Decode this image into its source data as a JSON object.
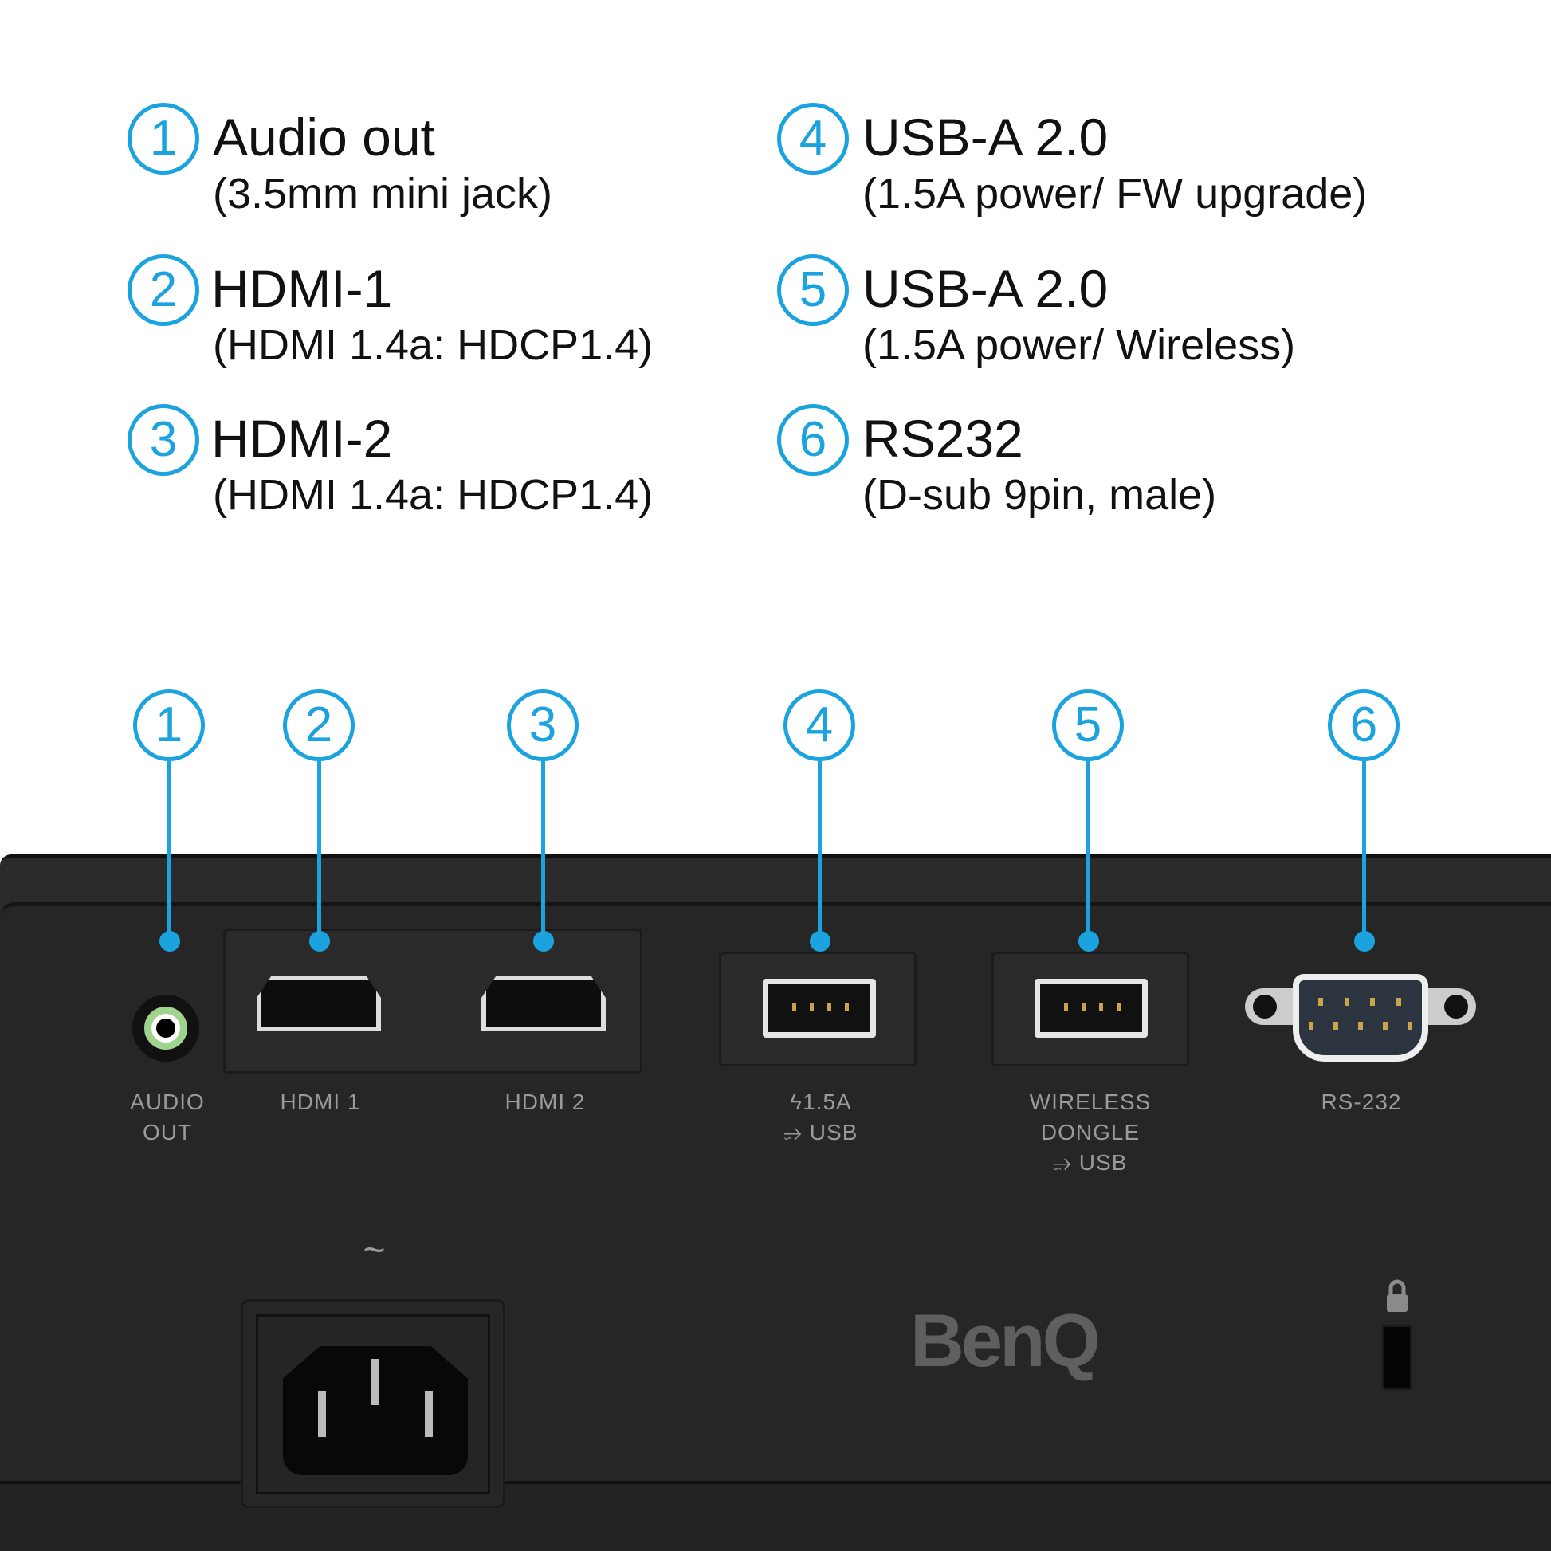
{
  "legend": [
    {
      "num": "1",
      "title": "Audio out",
      "sub": "(3.5mm mini jack)"
    },
    {
      "num": "2",
      "title": "HDMI-1",
      "sub": "(HDMI 1.4a: HDCP1.4)"
    },
    {
      "num": "3",
      "title": "HDMI-2",
      "sub": "(HDMI 1.4a: HDCP1.4)"
    },
    {
      "num": "4",
      "title": "USB-A 2.0",
      "sub": "(1.5A power/ FW upgrade)"
    },
    {
      "num": "5",
      "title": "USB-A 2.0",
      "sub": "(1.5A power/ Wireless)"
    },
    {
      "num": "6",
      "title": "RS232",
      "sub": "(D-sub 9pin, male)"
    }
  ],
  "ports": {
    "audio": [
      "AUDIO",
      "OUT"
    ],
    "hdmi1": "HDMI 1",
    "hdmi2": "HDMI 2",
    "usb1": [
      "ϟ1.5A",
      "⭌ USB"
    ],
    "usb2": [
      "WIRELESS",
      "DONGLE",
      "⭌ USB"
    ],
    "rs232": "RS-232",
    "power_symbol": "~"
  },
  "brand": "BenQ",
  "colors": {
    "accent": "#1aa3df",
    "body": "#262626"
  }
}
